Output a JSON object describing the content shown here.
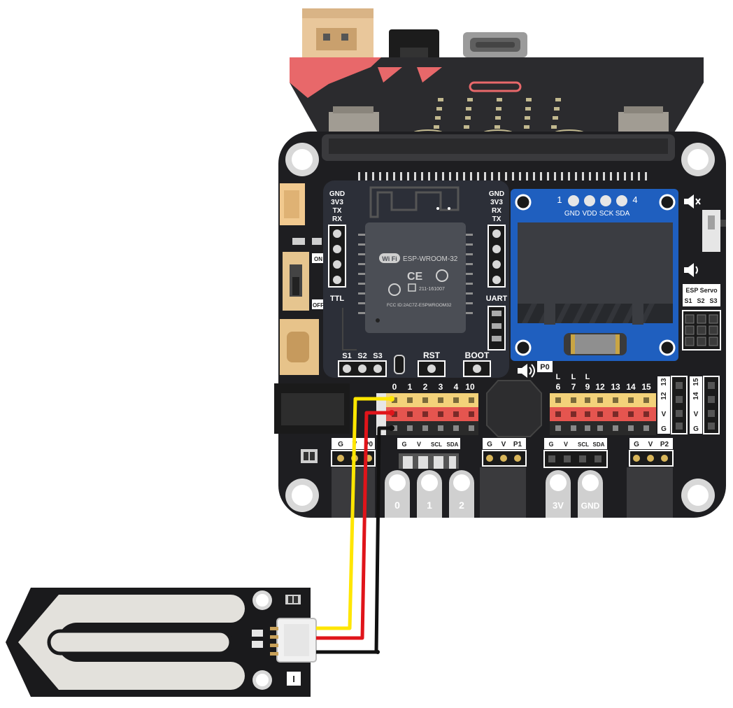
{
  "colors": {
    "board": "#1e1e21",
    "module": "#2c2f38",
    "microbit": "#2a2a2d",
    "accent": "#e8686a",
    "oled_frame": "#1f5fbf",
    "oled_screen": "#3b3d42",
    "pin_yellow": "#f3d27a",
    "pin_red": "#e5554f",
    "pin_black": "#2a2a2a",
    "wire_yellow": "#ffe600",
    "wire_red": "#e0141a",
    "wire_black": "#111111",
    "connector": "#f4d9a8"
  },
  "ttl_left": {
    "pins": [
      "GND",
      "3V3",
      "TX",
      "RX"
    ],
    "label": "TTL"
  },
  "uart_right": {
    "pins": [
      "GND",
      "3V3",
      "RX",
      "TX"
    ],
    "label": "UART"
  },
  "switch": {
    "on": "ON",
    "off": "OFF"
  },
  "esp_module": {
    "wifi": "Wi Fi",
    "name": "ESP-WROOM-32",
    "ce": "CE",
    "r_code": "211-161007",
    "fcc": "FCC ID:2AC7Z-ESPWROOM32"
  },
  "oled": {
    "pin_start": "1",
    "pin_end": "4",
    "pins": [
      "GND",
      "VDD",
      "SCK",
      "SDA"
    ]
  },
  "esp_servo": {
    "title": "ESP Servo",
    "ports": [
      "S1",
      "S2",
      "S3"
    ]
  },
  "buttons": {
    "rst": "RST",
    "boot": "BOOT"
  },
  "s_header": [
    "S1",
    "S2",
    "S3"
  ],
  "speaker_label": "P0",
  "left_pins": [
    "0",
    "1",
    "2",
    "3",
    "4",
    "10"
  ],
  "right_pins_l": [
    "L",
    "L",
    "L"
  ],
  "right_pins": [
    "6",
    "7",
    "9",
    "12",
    "13",
    "14",
    "15"
  ],
  "side_pins_a": {
    "top": "12",
    "bottom": "13"
  },
  "side_pins_b": {
    "top": "14",
    "bottom": "15"
  },
  "gvg": {
    "v": "V",
    "g": "G"
  },
  "ports": {
    "p0": [
      "G",
      "V",
      "P0"
    ],
    "i2c_a": [
      "G",
      "V",
      "SCL",
      "SDA"
    ],
    "p1": [
      "G",
      "V",
      "P1"
    ],
    "i2c_b": [
      "G",
      "V",
      "SCL",
      "SDA"
    ],
    "p2": [
      "G",
      "V",
      "P2"
    ]
  },
  "edge_pads": [
    "0",
    "1",
    "2",
    "3V",
    "GND"
  ],
  "sensor_label": "I"
}
